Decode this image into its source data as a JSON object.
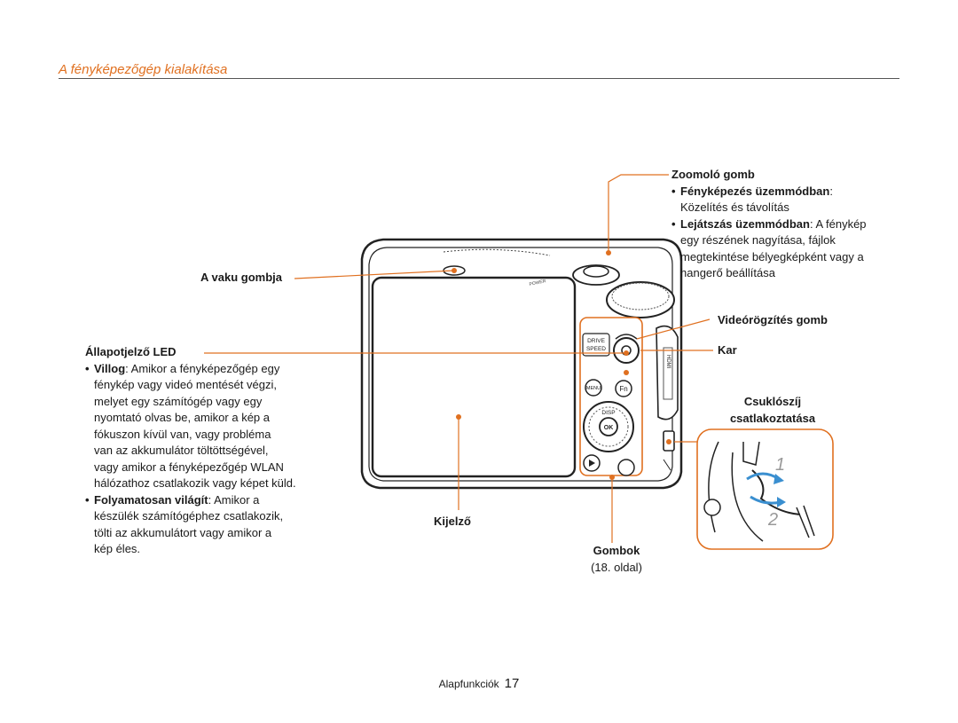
{
  "header": {
    "title": "A fényképezőgép kialakítása"
  },
  "labels": {
    "flash": "A vaku gombja",
    "led": {
      "title": "Állapotjelző LED",
      "items": [
        {
          "term": "Villog",
          "lines": [
            ": Amikor a fényképezőgép egy",
            "fénykép vagy videó mentését végzi,",
            "melyet egy számítógép vagy egy",
            "nyomtató olvas be, amikor a kép a",
            "fókuszon kívül van, vagy probléma",
            "van az akkumulátor töltöttségével,",
            "vagy amikor a fényképezőgép WLAN",
            "hálózathoz csatlakozik vagy képet küld."
          ]
        },
        {
          "term": "Folyamatosan világít",
          "lines": [
            ": Amikor a",
            "készülék számítógéphez csatlakozik,",
            "tölti az akkumulátort vagy amikor a",
            "kép éles."
          ]
        }
      ]
    },
    "zoom": {
      "title": "Zoomoló gomb",
      "items": [
        {
          "term": "Fényképezés üzemmódban",
          "lines": [
            ":",
            "Közelítés és távolítás"
          ]
        },
        {
          "term": "Lejátszás üzemmódban",
          "lines": [
            ": A fénykép",
            "egy részének nagyítása, fájlok",
            "megtekintése bélyegképként vagy a",
            "hangerő beállítása"
          ]
        }
      ]
    },
    "video": "Videórögzítés gomb",
    "lever": "Kar",
    "strap": [
      "Csuklószíj",
      "csatlakoztatása"
    ],
    "display": "Kijelző",
    "buttons": {
      "title": "Gombok",
      "sub": "(18. oldal)"
    }
  },
  "camera": {
    "drive_label": [
      "DRIVE",
      "SPEED"
    ],
    "menu_label": "MENU",
    "fn_label": "Fn",
    "disp_label": "DISP",
    "ok_label": "OK",
    "power_label": "POWER",
    "hdmi_label": "HDMI",
    "strap_steps": [
      "1",
      "2"
    ]
  },
  "colors": {
    "accent": "#e07020"
  },
  "footer": {
    "section": "Alapfunkciók",
    "page": "17"
  }
}
